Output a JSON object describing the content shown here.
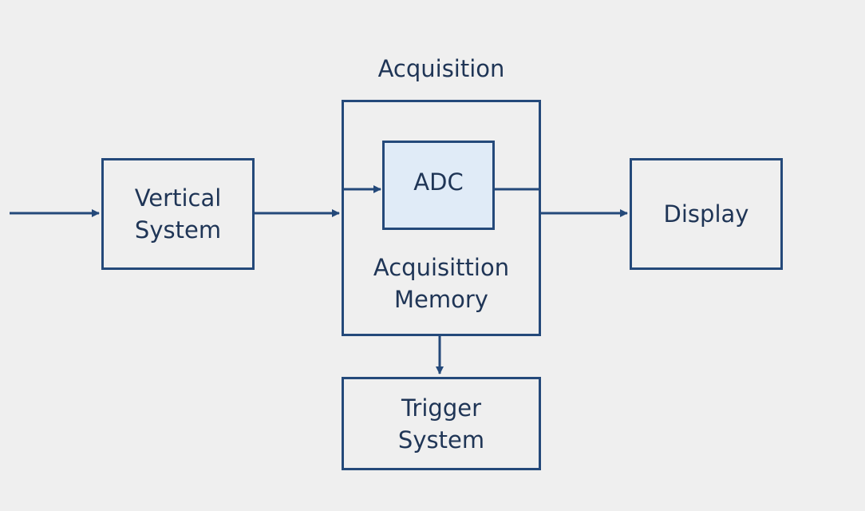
{
  "diagram": {
    "group_title": "Acquisition",
    "blocks": {
      "vertical": {
        "line1": "Vertical",
        "line2": "System"
      },
      "adc": {
        "label": "ADC"
      },
      "memory": {
        "line1": "Acquisittion",
        "line2": "Memory"
      },
      "display": {
        "label": "Display"
      },
      "trigger": {
        "line1": "Trigger",
        "line2": "System"
      }
    }
  },
  "colors": {
    "stroke": "#24497a",
    "adc_fill": "#e0ebf7",
    "text": "#1f3556",
    "background": "#efefef"
  }
}
